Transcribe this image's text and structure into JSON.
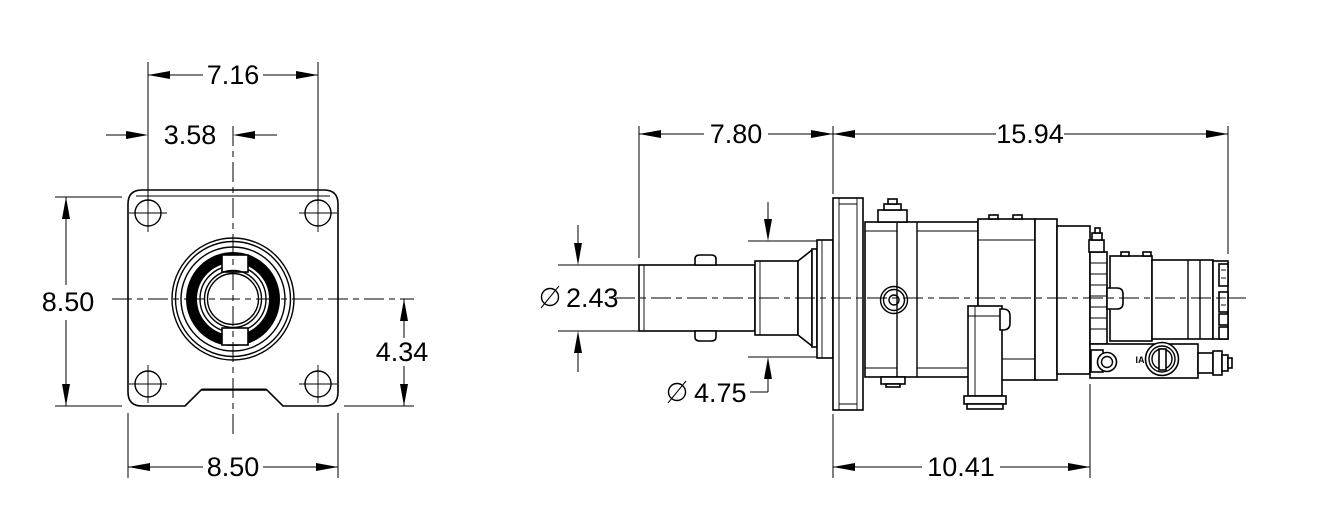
{
  "canvas": {
    "background": "#ffffff",
    "line_color": "#000000",
    "text_color": "#000000"
  },
  "front_view": {
    "dim_bolt_spacing": "7.16",
    "dim_bolt_to_center": "3.58",
    "dim_overall_height": "8.50",
    "dim_center_to_base": "4.34",
    "dim_overall_width": "8.50"
  },
  "side_view": {
    "dim_shaft_end_to_flange": "7.80",
    "dim_flange_to_motor_end": "15.94",
    "diameter_symbol": "⌀",
    "dim_shaft_diameter": "2.43",
    "dim_hub_diameter": "4.75",
    "dim_flange_to_housing_end": "10.41",
    "valve_port_label": "IA"
  }
}
